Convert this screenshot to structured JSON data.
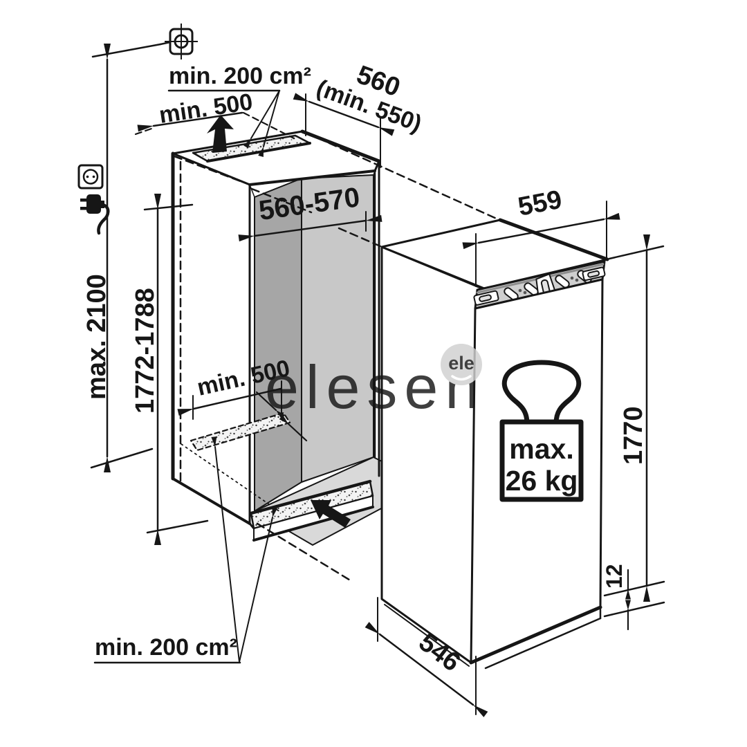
{
  "diagram": {
    "kind": "built-in refrigerator installation drawing",
    "watermark": {
      "text": "elesen",
      "badge": "ele"
    }
  },
  "labels": {
    "top_vent_area": "min. 200 cm²",
    "top_clearance": "min. 500",
    "niche_depth": "560",
    "niche_depth_min": "(min. 550)",
    "niche_width": "560-570",
    "niche_height": "1772-1788",
    "ceiling_height": "max. 2100",
    "inner_min_depth": "min. 500",
    "appliance_width": "559",
    "appliance_height": "1770",
    "door_bottom_gap": "12",
    "appliance_depth": "546",
    "bottom_vent_area": "min. 200 cm²",
    "door_load_line1": "max.",
    "door_load_line2": "26 kg"
  },
  "icons": {
    "crosshair": "ceiling-fixing-point-icon",
    "socket": "power-socket-icon",
    "plug": "power-plug-icon",
    "weight": "max-door-load-weight-icon",
    "airflow_up": "air-outlet-arrow-icon",
    "airflow_in": "air-inlet-arrow-icon"
  },
  "colors": {
    "line": "#161616",
    "panel_dark": "#a6a6a6",
    "panel_light": "#c8c8c8",
    "floor": "#d9d9d9",
    "strip": "#cfcfcf",
    "watermark": "#d0d0d0"
  }
}
